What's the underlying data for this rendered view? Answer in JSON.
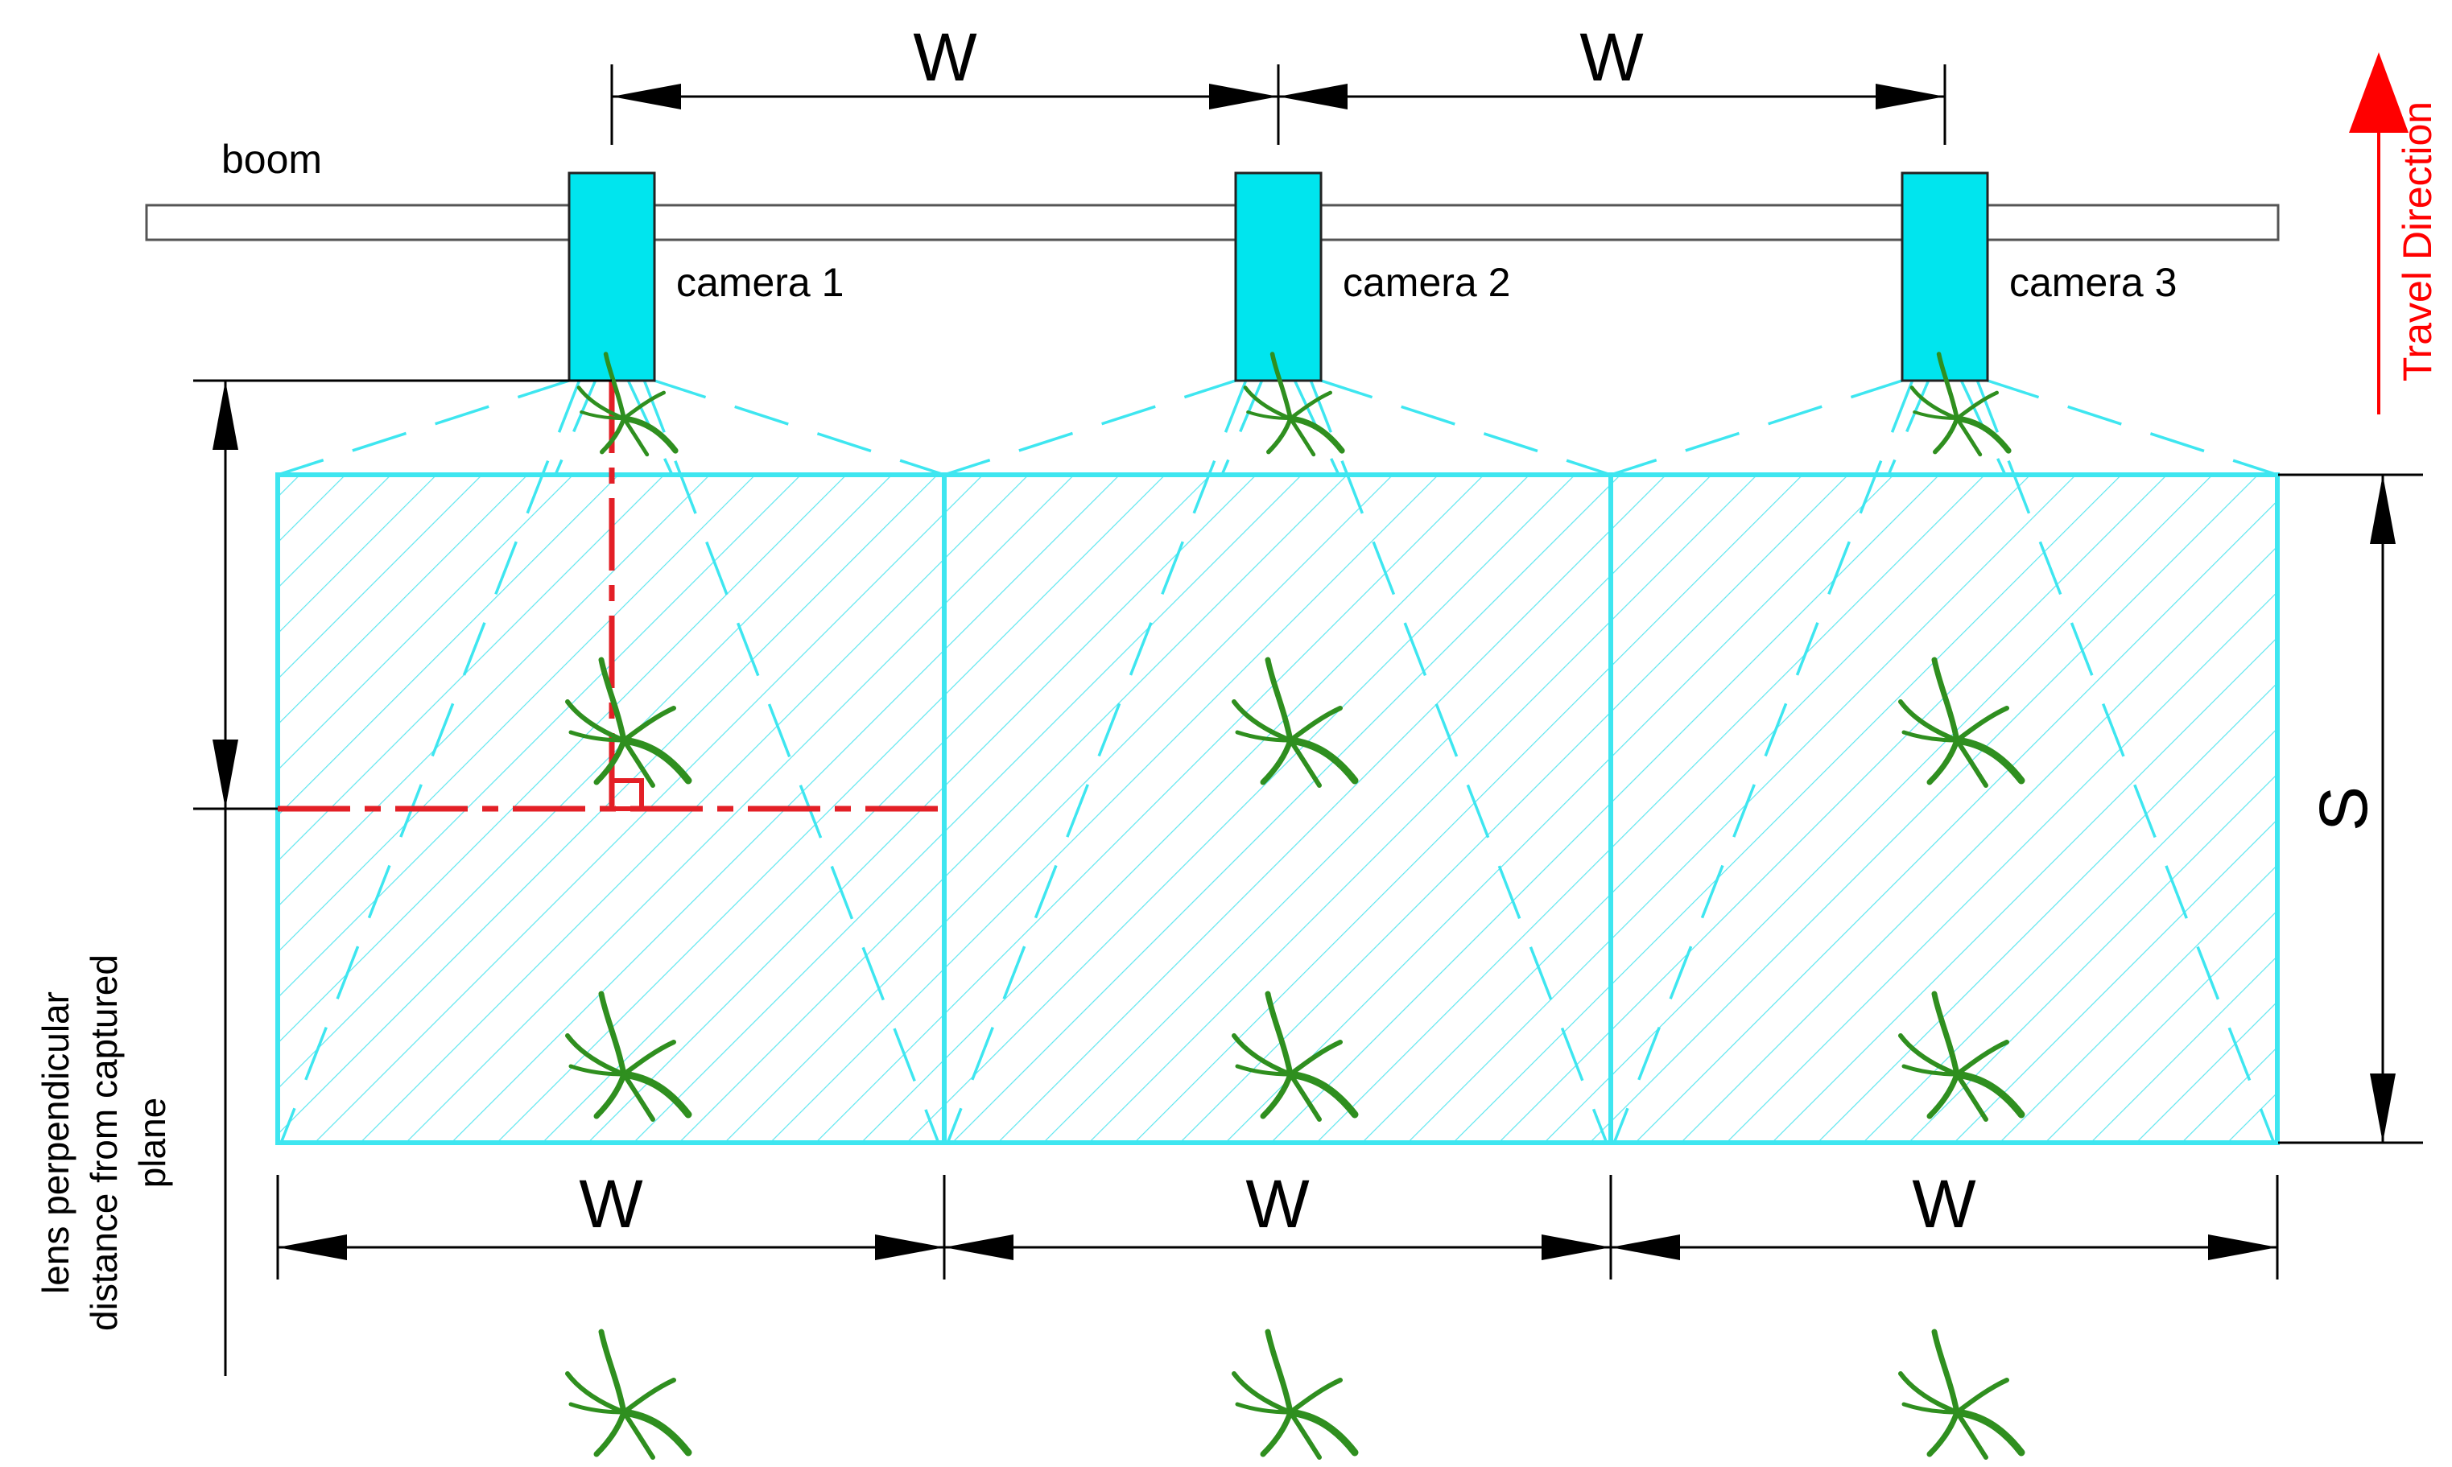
{
  "boom_label": "boom",
  "cameras": [
    {
      "label": "camera 1"
    },
    {
      "label": "camera 2"
    },
    {
      "label": "camera 3"
    }
  ],
  "top_dimensions": [
    "W",
    "W"
  ],
  "bottom_dimensions": [
    "W",
    "W",
    "W"
  ],
  "side_dimension": "S",
  "travel_direction": "Travel Direction",
  "lens_distance_label": [
    "lens perpendicular",
    "distance from captured",
    "plane"
  ],
  "colors": {
    "camera": "#00e5ee",
    "field": "#3ee6f0",
    "travel_arrow": "#ff0000",
    "axis_lines": "#e31f26",
    "plant": "#2f8f1f",
    "dimension": "#000000"
  }
}
